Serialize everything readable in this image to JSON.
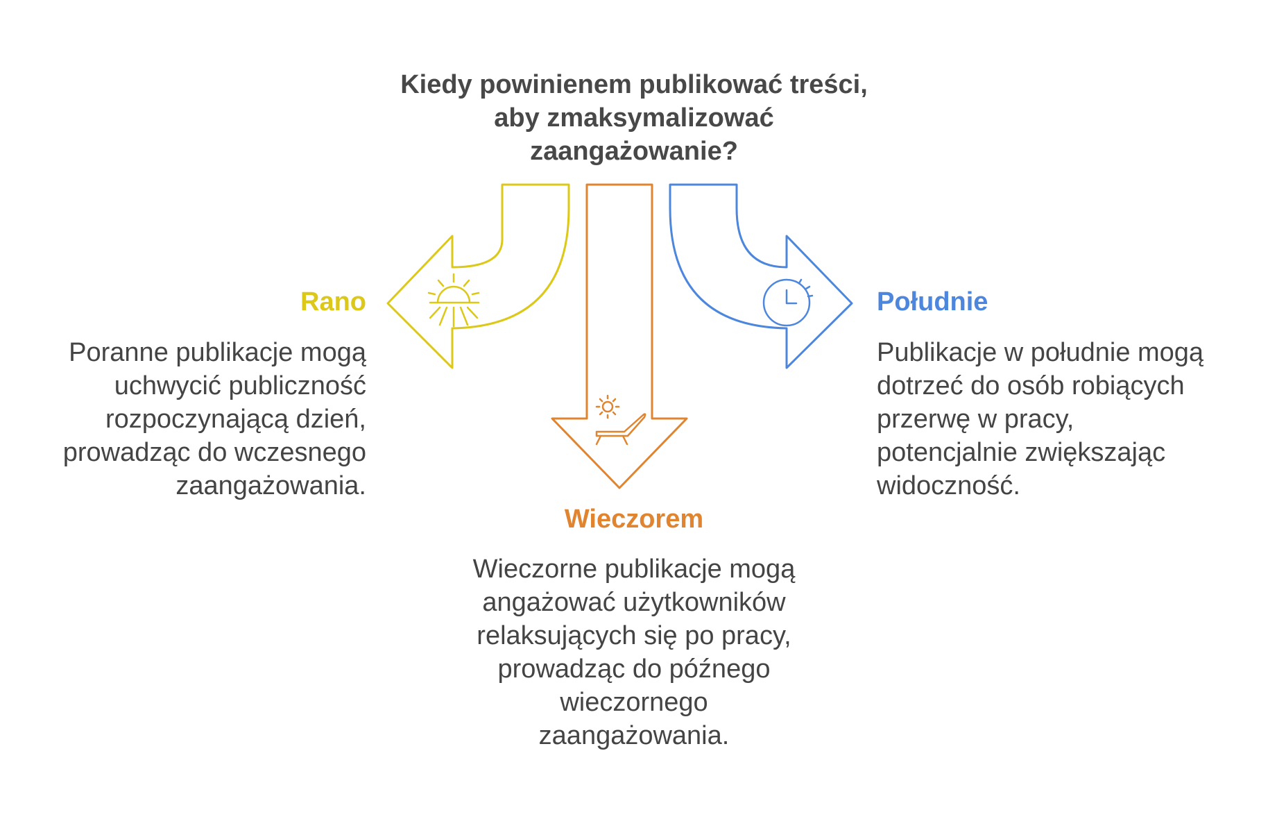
{
  "title": {
    "lines": [
      "Kiedy powinienem publikować treści,",
      "aby zmaksymalizować",
      "zaangażowanie?"
    ]
  },
  "branches": {
    "rano": {
      "label": "Rano",
      "color": "#dcc818",
      "icon": "sunrise-icon",
      "lines": [
        "Poranne publikacje mogą",
        "uchwycić publiczność",
        "rozpoczynającą dzień,",
        "prowadząc do wczesnego",
        "zaangażowania."
      ]
    },
    "wieczorem": {
      "label": "Wieczorem",
      "color": "#e0842f",
      "icon": "sun-lounger-icon",
      "lines": [
        "Wieczorne publikacje mogą",
        "angażować użytkowników",
        "relaksujących się po pracy,",
        "prowadząc do późnego",
        "wieczornego",
        "zaangażowania."
      ]
    },
    "poludnie": {
      "label": "Południe",
      "color": "#4d87dd",
      "icon": "clock-icon",
      "lines": [
        "Publikacje w południe mogą",
        "dotrzeć do osób robiących",
        "przerwę w pracy,",
        "potencjalnie zwiększając",
        "widoczność."
      ]
    }
  }
}
